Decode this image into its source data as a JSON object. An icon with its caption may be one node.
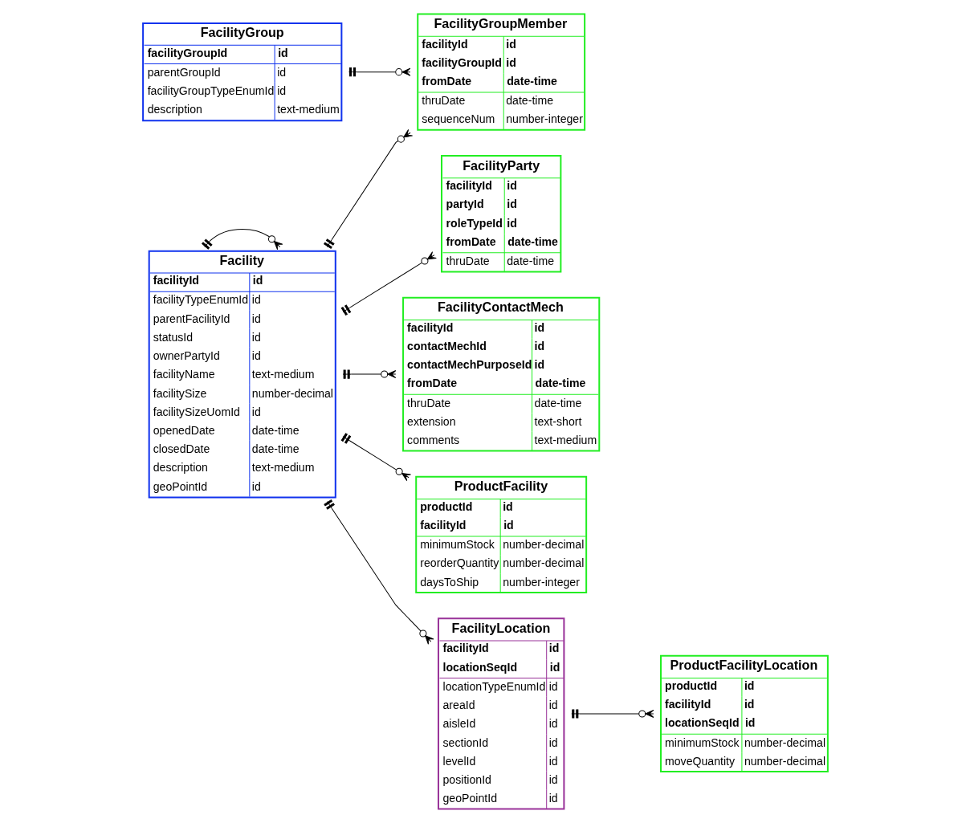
{
  "diagram": {
    "nodes": [
      {
        "text": [
          "FacilityGroupMember",
          "**facilityId**",
          "**id**",
          "**facilityGroupId**",
          "**id**",
          "**fromDate**",
          "**date-time**",
          "thruDate",
          "date-time",
          "sequenceNum",
          "number-integer"
        ]
      },
      {
        "text": [
          "FacilityGroup",
          "**facilityGroupId**",
          "**id**",
          "parentGroupId",
          "id",
          "facilityGroupTypeEnumId",
          "id",
          "description",
          "text-medium"
        ]
      },
      {
        "text": [
          "Facility",
          "**facilityId**",
          "**id**",
          "facilityTypeEnumId",
          "id",
          "parentFacilityId",
          "id",
          "statusId",
          "id",
          "ownerPartyId",
          "id",
          "facilityName",
          "text-medium",
          "facilitySize",
          "number-decimal",
          "facilitySizeUomId",
          "id",
          "openedDate",
          "date-time",
          "closedDate",
          "date-time",
          "description",
          "text-medium",
          "geoPointId",
          "id"
        ]
      },
      {
        "text": [
          "FacilityParty",
          "**facilityId**",
          "**id**",
          "**partyId**",
          "**id**",
          "**roleTypeId**",
          "**id**",
          "**fromDate**",
          "**date-time**",
          "thruDate",
          "date-time"
        ]
      },
      {
        "text": [
          "FacilityContactMech",
          "**facilityId**",
          "**id**",
          "**contactMechId**",
          "**id**",
          "**contactMechPurposeId**",
          "**id**",
          "**fromDate**",
          "**date-time**",
          "thruDate",
          "date-time",
          "extension",
          "text-short",
          "comments",
          "text-medium"
        ]
      },
      {
        "text": [
          "ProductFacility",
          "**productId**",
          "**id**",
          "**facilityId**",
          "**id**",
          "minimumStock",
          "number-decimal",
          "reorderQuantity",
          "number-decimal",
          "daysToShip",
          "number-integer"
        ]
      },
      {
        "text": [
          "FacilityLocation",
          "**facilityId**",
          "**id**",
          "**locationSeqId**",
          "**id**",
          "locationTypeEnumId",
          "id",
          "areaId",
          "id",
          "aisleId",
          "id",
          "sectionId",
          "id",
          "levelId",
          "id",
          "positionId",
          "id",
          "geoPointId",
          "id"
        ]
      },
      {
        "text": [
          "ProductFacilityLocation",
          "**productId**",
          "**id**",
          "**facilityId**",
          "**id**",
          "**locationSeqId**",
          "**id**",
          "minimumStock",
          "number-decimal",
          "moveQuantity",
          "number-decimal"
        ]
      }
    ],
    "edges": [
      {
        "from": 1,
        "to": 0,
        "arrow": "other"
      },
      {
        "from": 2,
        "to": 0,
        "arrow": "other"
      },
      {
        "from": 2,
        "to": 3,
        "arrow": "other"
      },
      {
        "from": 2,
        "to": 4,
        "arrow": "other"
      },
      {
        "from": 2,
        "to": 5,
        "arrow": "other"
      },
      {
        "from": 2,
        "to": 2,
        "arrow": "other"
      },
      {
        "from": 2,
        "to": 6,
        "arrow": "other"
      },
      {
        "from": 6,
        "to": 7,
        "arrow": "other"
      }
    ]
  }
}
